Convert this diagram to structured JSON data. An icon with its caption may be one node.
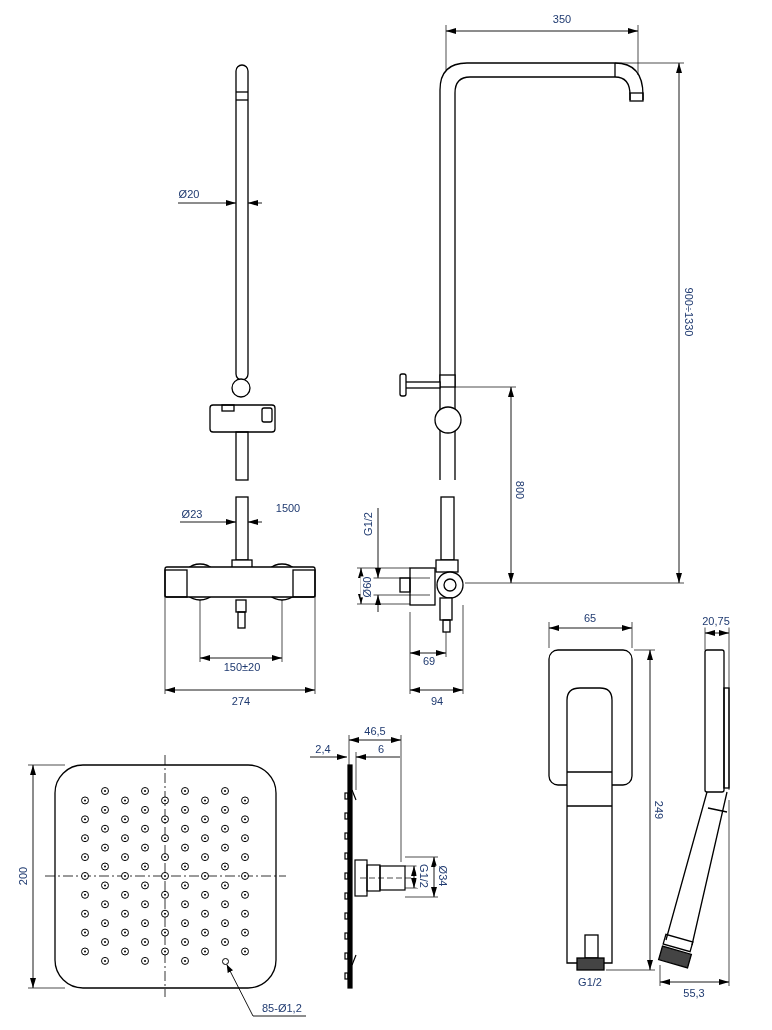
{
  "diagram": {
    "nodes": [
      {
        "text": [
          "85-Ø1,2"
        ]
      },
      {
        "text": [],
        "shape": "circle"
      }
    ],
    "edges": [
      {
        "from": 0,
        "to": 1,
        "arrow": "to"
      }
    ],
    "labels": [
      "350",
      "Ø20",
      "900÷1330",
      "800",
      "Ø23",
      "1500",
      "G1/2",
      "Ø60",
      "150±20",
      "274",
      "69",
      "94",
      "65",
      "20,75",
      "249",
      "46,5",
      "2,4",
      "6",
      "200",
      "G1/2",
      "Ø34",
      "G1/2",
      "55,3"
    ]
  }
}
